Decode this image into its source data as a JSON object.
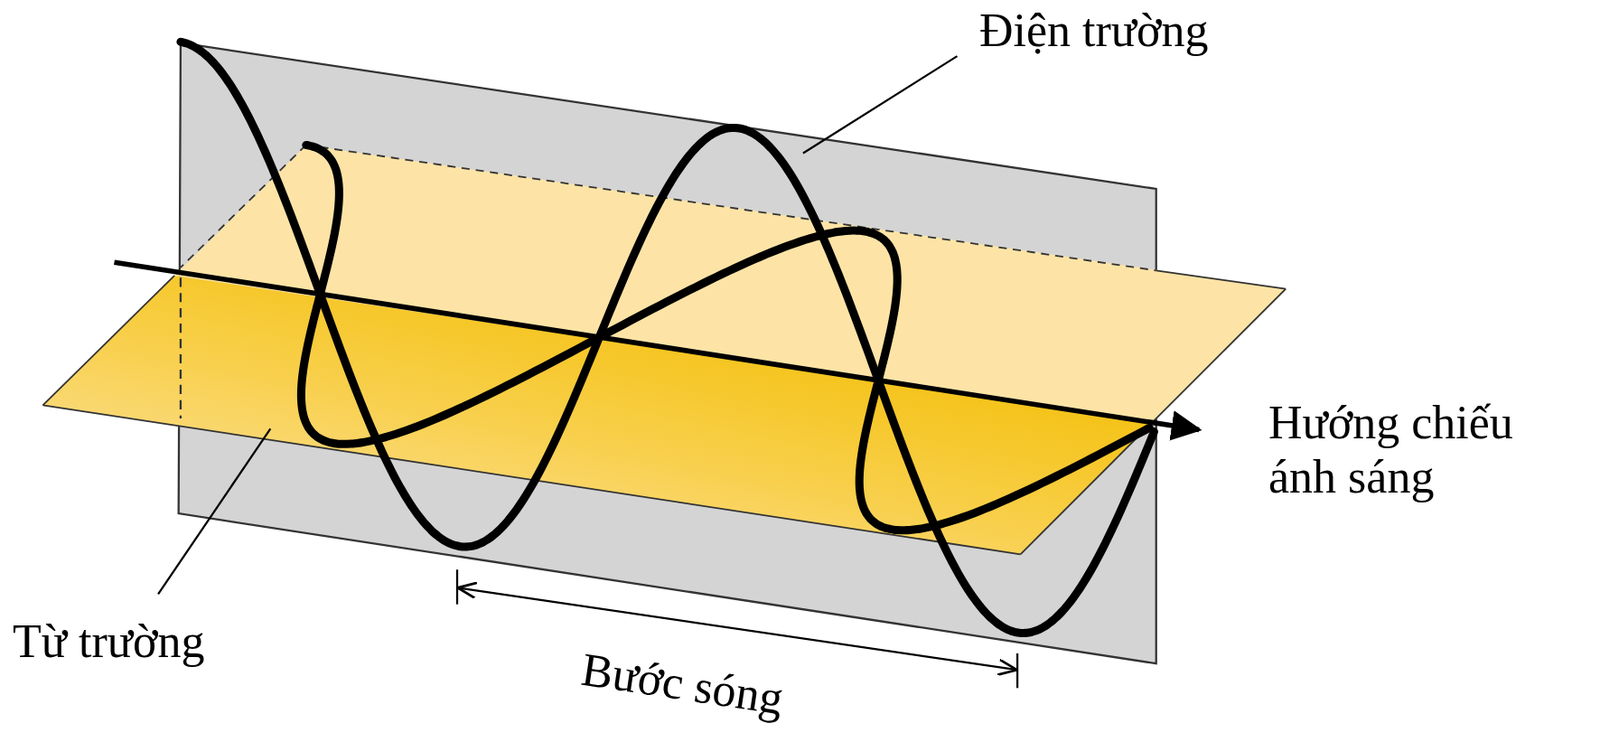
{
  "diagram": {
    "labels": [
      "Điện trường",
      "Hướng chiếu ánh sáng",
      "Từ trường",
      "Bước sóng"
    ]
  }
}
